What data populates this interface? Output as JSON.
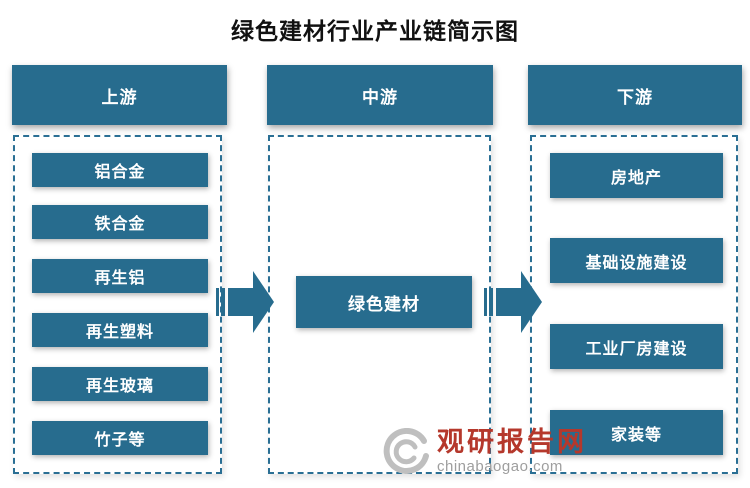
{
  "title": "绿色建材行业产业链简示图",
  "colors": {
    "box_teal": "#276C8E",
    "dashed_border_teal": "#2A6F94",
    "watermark_red": "#B5382C",
    "watermark_grey": "#9E9E9E",
    "logo_grey": "#BFBFBF",
    "title_black": "#111111"
  },
  "columns": [
    {
      "id": "upstream",
      "header": "上游",
      "items": [
        "铝合金",
        "铁合金",
        "再生铝",
        "再生塑料",
        "再生玻璃",
        "竹子等"
      ]
    },
    {
      "id": "midstream",
      "header": "中游",
      "items": [
        "绿色建材"
      ]
    },
    {
      "id": "downstream",
      "header": "下游",
      "items": [
        "房地产",
        "基础设施建设",
        "工业厂房建设",
        "家装等"
      ]
    }
  ],
  "watermark": {
    "site_name": "观研报告网",
    "site_url": "chinabaogao.com",
    "logo": "swirl-logo"
  }
}
